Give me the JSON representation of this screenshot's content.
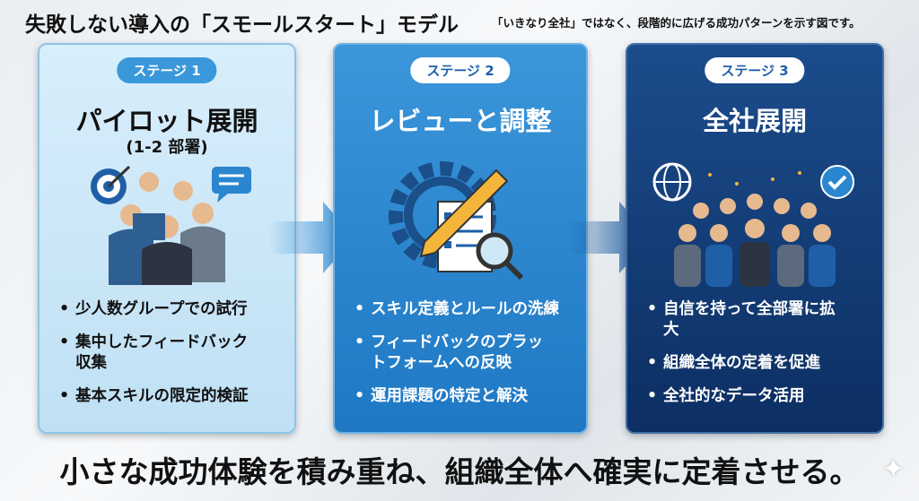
{
  "header": {
    "title": "失敗しない導入の「スモールスタート」モデル",
    "subtitle": "「いきなり全社」ではなく、段階的に広げる成功パターンを示す図です。"
  },
  "stages": [
    {
      "badge": "ステージ 1",
      "title": "パイロット展開",
      "subtitle": "(1-2 部署)",
      "bullets": [
        "少人数グループでの試行",
        "集中したフィードバック収集",
        "基本スキルの限定的検証"
      ]
    },
    {
      "badge": "ステージ 2",
      "title": "レビューと調整",
      "bullets": [
        "スキル定義とルールの洗練",
        "フィードバックのプラットフォームへの反映",
        "運用課題の特定と解決"
      ]
    },
    {
      "badge": "ステージ 3",
      "title": "全社展開",
      "bullets": [
        "自信を持って全部署に拡大",
        "組織全体の定着を促進",
        "全社的なデータ活用"
      ]
    }
  ],
  "footer": {
    "message": "小さな成功体験を積み重ね、組織全体へ確実に定着させる。"
  },
  "colors": {
    "stage1": "#cfe8f7",
    "stage2": "#2a86cf",
    "stage3": "#0f3a75",
    "arrow": "#2a8ad6"
  }
}
